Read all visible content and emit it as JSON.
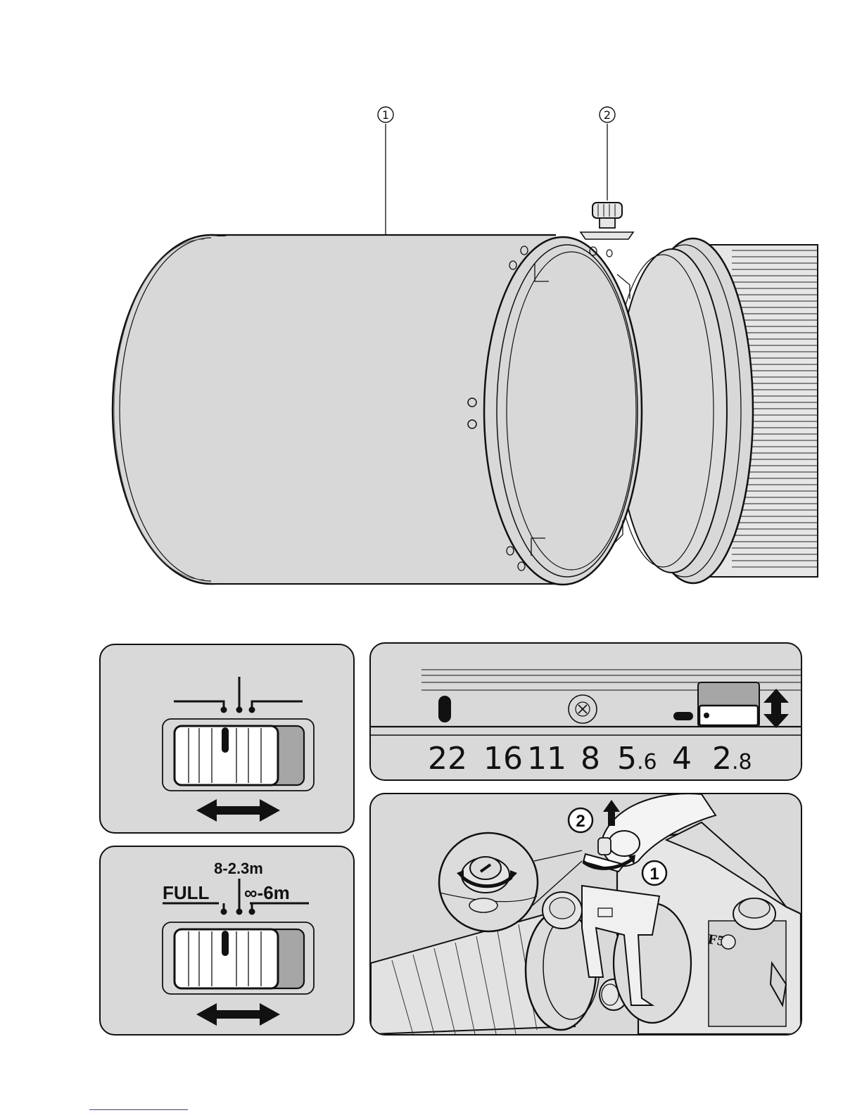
{
  "top_figure": {
    "callouts": [
      {
        "id": "1",
        "glyph": "①"
      },
      {
        "id": "2",
        "glyph": "②"
      }
    ]
  },
  "switch_panel_a": {
    "labels": []
  },
  "switch_panel_b": {
    "range_label": "8-2.3m",
    "full_label": "FULL",
    "infinity_label": "∞-6m"
  },
  "aperture_scale": {
    "values": [
      {
        "main": "22",
        "small": ""
      },
      {
        "main": "16",
        "small": ""
      },
      {
        "main": "11",
        "small": ""
      },
      {
        "main": "8",
        "small": ""
      },
      {
        "main": "5",
        "small": ".6"
      },
      {
        "main": "4",
        "small": ""
      },
      {
        "main": "2",
        "small": ".8"
      }
    ]
  },
  "camera_panel": {
    "step_1": "①",
    "step_2": "②",
    "camera_badge": "F5"
  },
  "colors": {
    "panel_fill": "#d9d9d9",
    "line": "#111111",
    "hood_fill": "#d8d8d8",
    "link_underline": "#1a3cff"
  }
}
